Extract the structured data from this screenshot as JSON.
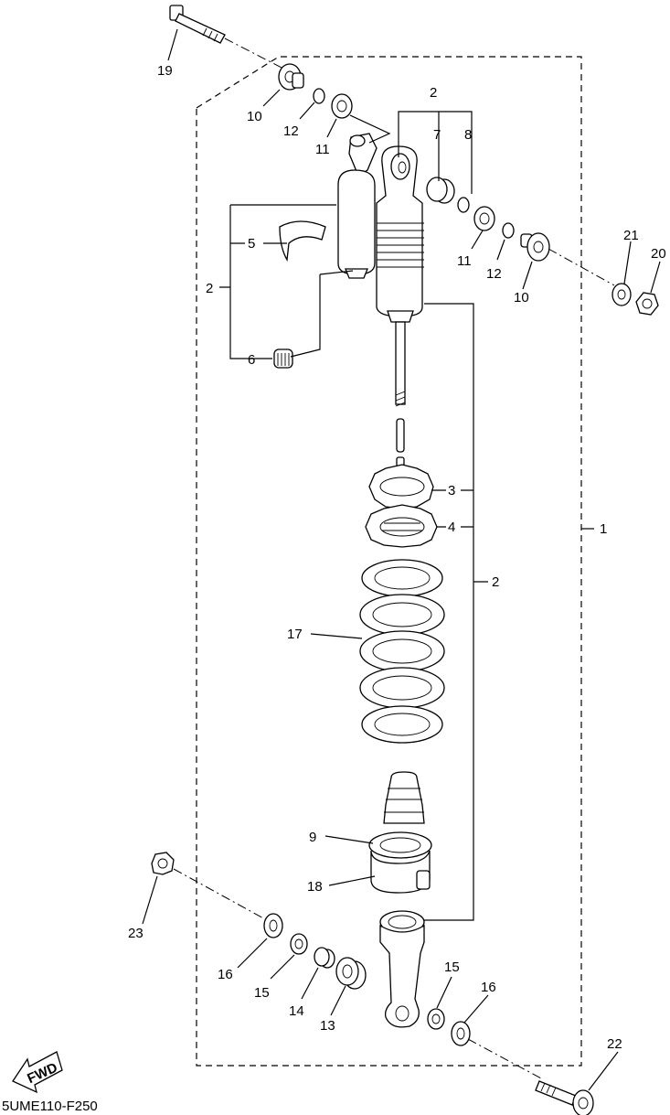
{
  "diagram_code": "5UME110-F250",
  "fwd_label": "FWD",
  "callouts": {
    "c1": "1",
    "c2a": "2",
    "c2b": "2",
    "c2c": "2",
    "c3": "3",
    "c4": "4",
    "c5": "5",
    "c6": "6",
    "c7": "7",
    "c8": "8",
    "c9": "9",
    "c10a": "10",
    "c10b": "10",
    "c11a": "11",
    "c11b": "11",
    "c12a": "12",
    "c12b": "12",
    "c13": "13",
    "c14": "14",
    "c15a": "15",
    "c15b": "15",
    "c16a": "16",
    "c16b": "16",
    "c17": "17",
    "c18": "18",
    "c19": "19",
    "c20": "20",
    "c21": "21",
    "c22": "22",
    "c23": "23"
  }
}
